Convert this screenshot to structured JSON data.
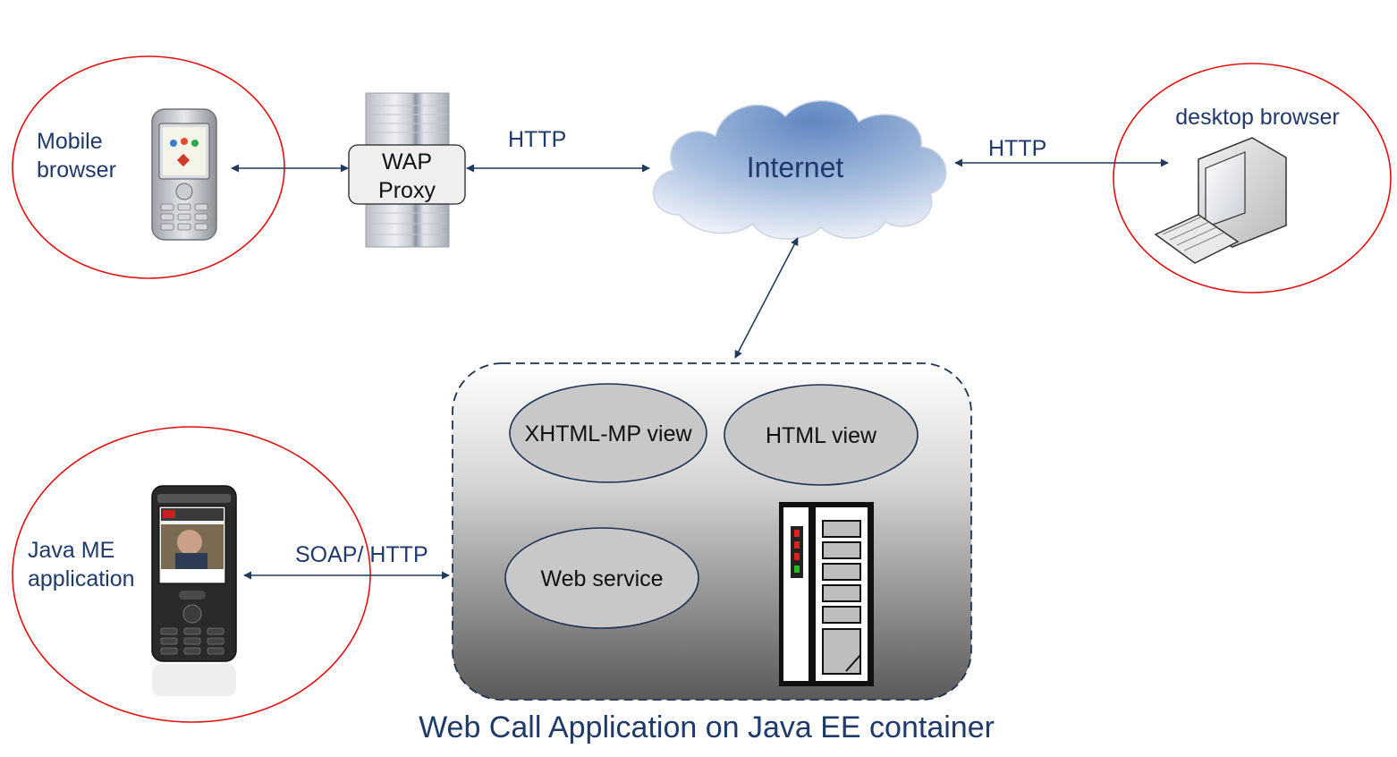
{
  "labels": {
    "mobile_browser_line1": "Mobile",
    "mobile_browser_line2": "browser",
    "wap_proxy_line1": "WAP",
    "wap_proxy_line2": "Proxy",
    "http_left": "HTTP",
    "internet": "Internet",
    "http_right": "HTTP",
    "desktop_browser": "desktop browser",
    "xhtml_view": "XHTML-MP view",
    "html_view": "HTML view",
    "web_service": "Web service",
    "java_me_line1": "Java ME",
    "java_me_line2": "application",
    "soap_http": "SOAP/ HTTP",
    "container_caption": "Web Call Application on Java EE container"
  },
  "icons": {
    "mobile_phone": "mobile-phone-icon",
    "wap_server": "server-tower-icon",
    "internet_cloud": "cloud-icon",
    "desktop_pc": "desktop-computer-icon",
    "java_phone": "sony-ericsson-phone-icon",
    "rack_server": "rack-server-icon"
  },
  "colors": {
    "client_ring": "#e01010",
    "arrow": "#1f3a5a",
    "text_blue": "#1f3a6a",
    "cloud_dark": "#6a8fc4",
    "cloud_light": "#f2f5fa",
    "container_top": "#ffffff",
    "container_bottom": "#5e5e5e",
    "view_fill": "#c8c8c8",
    "view_stroke": "#1e3252"
  }
}
